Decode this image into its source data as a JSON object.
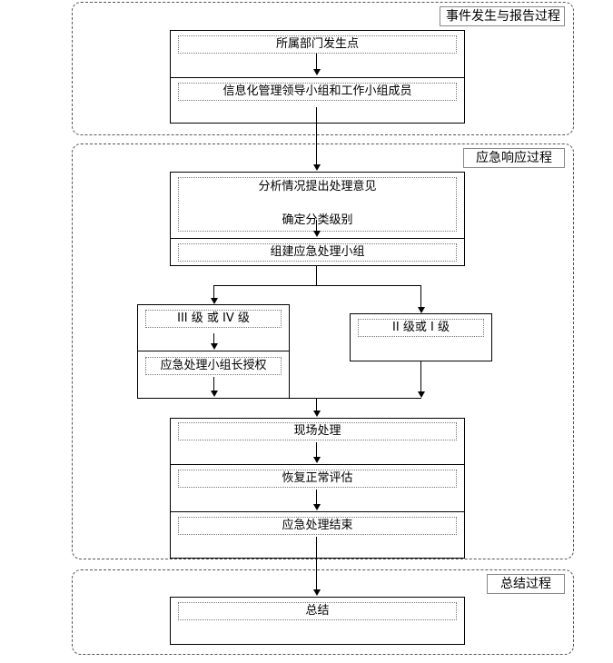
{
  "lanes": {
    "report": "事件发生与报告过程",
    "response": "应急响应过程",
    "summary": "总结过程"
  },
  "steps": {
    "dept_occurs": "所属部门发生点",
    "leaders": "信息化管理领导小组和工作小组成员",
    "analyze": "分析情况提出处理意见",
    "classify": "确定分类级别",
    "form_group": "组建应急处理小组",
    "level_34": "III 级 或 IV 级",
    "authorize": "应急处理小组长授权",
    "level_12": "II  级或 I 级",
    "onsite": "现场处理",
    "recovery": "恢复正常评估",
    "end": "应急处理结束",
    "summary": "总结"
  }
}
